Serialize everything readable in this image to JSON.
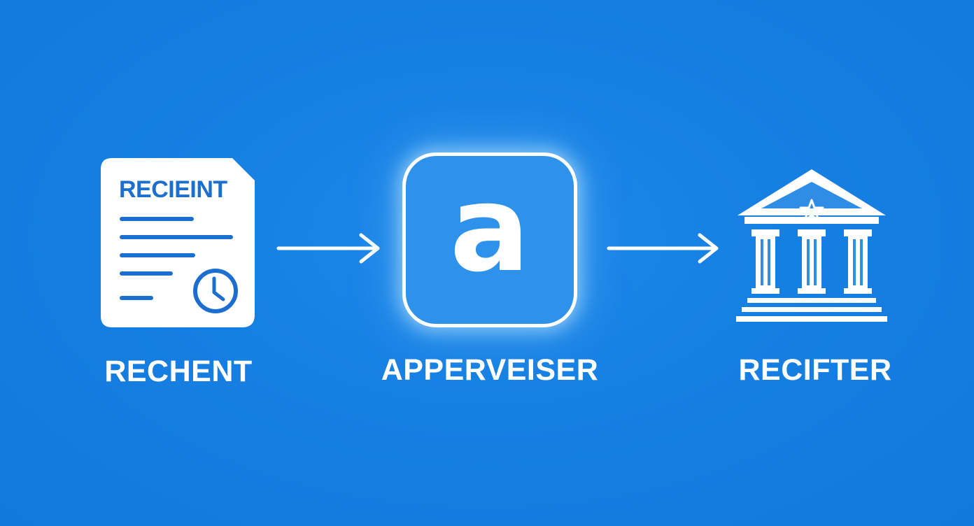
{
  "diagram": {
    "background_color": "#167fe2",
    "nodes": [
      {
        "id": "document",
        "label": "RECHENT",
        "icon": "document-clock-icon",
        "icon_text": "RECIEINT"
      },
      {
        "id": "app",
        "label": "APPERVEISER",
        "icon": "app-a-icon",
        "icon_text": "a"
      },
      {
        "id": "bank",
        "label": "RECIFTER",
        "icon": "bank-building-icon"
      }
    ],
    "edges": [
      {
        "from": "document",
        "to": "app"
      },
      {
        "from": "app",
        "to": "bank"
      }
    ]
  }
}
